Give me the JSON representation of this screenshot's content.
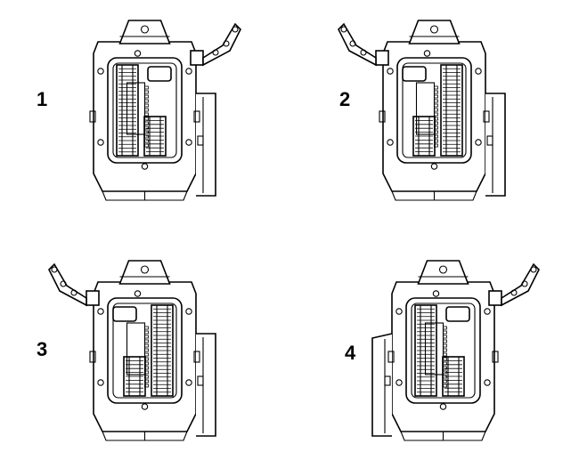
{
  "figure": {
    "views": [
      {
        "label": "1",
        "arm_side": "right",
        "cover_side": "right"
      },
      {
        "label": "2",
        "arm_side": "left",
        "cover_side": "right"
      },
      {
        "label": "3",
        "arm_side": "left",
        "cover_side": "right"
      },
      {
        "label": "4",
        "arm_side": "right",
        "cover_side": "left"
      }
    ]
  },
  "colors": {
    "line": "#000000",
    "background": "#ffffff"
  }
}
